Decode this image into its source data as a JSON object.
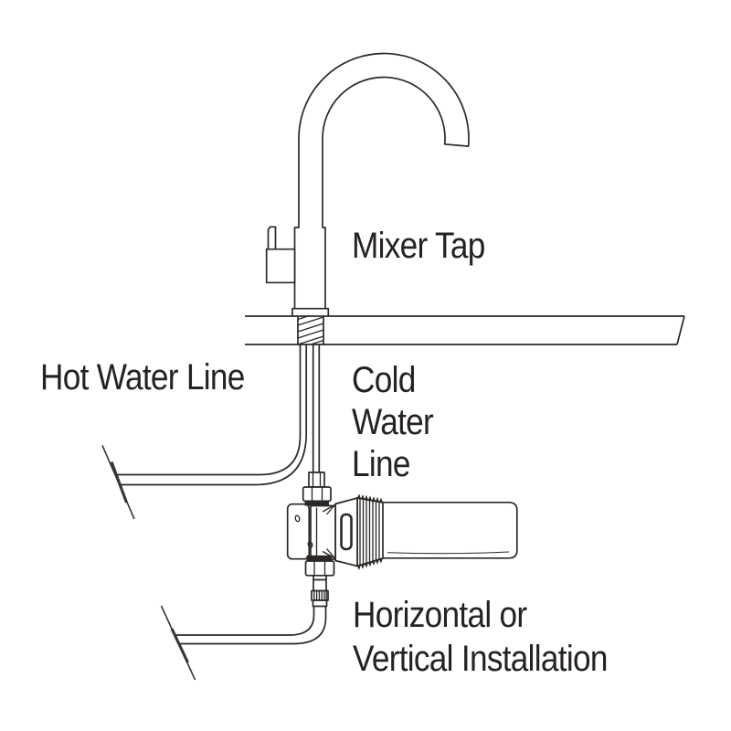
{
  "diagram": {
    "line_color": "#2b2724",
    "text_color": "#231f20",
    "background": "#ffffff",
    "labels": {
      "mixer_tap": "Mixer Tap",
      "hot_water_line": "Hot Water Line",
      "cold_water_line": [
        "Cold",
        "Water",
        "Line"
      ],
      "installation": [
        "Horizontal or",
        "Vertical Installation"
      ]
    }
  }
}
